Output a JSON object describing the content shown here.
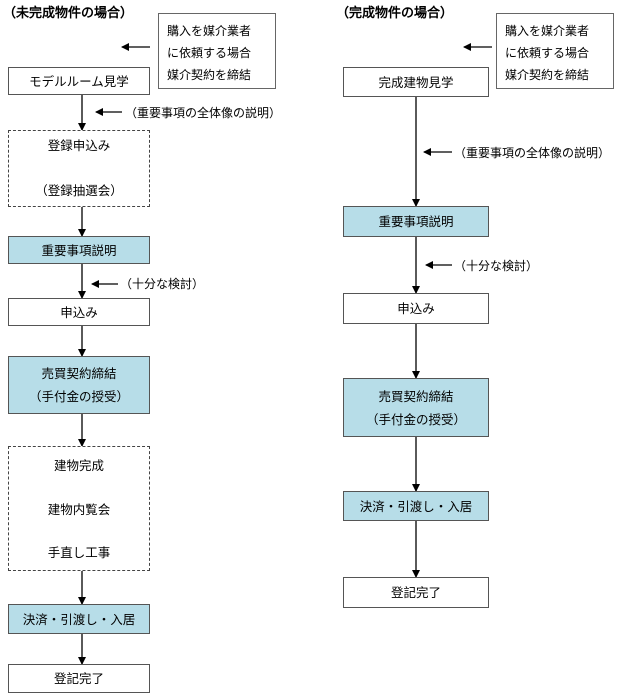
{
  "left": {
    "header": "（未完成物件の場合）",
    "note": [
      "購入を媒介業者",
      "に依頼する場合",
      "媒介契約を締結"
    ],
    "model_room": "モデルルーム見学",
    "ann_explain": "（重要事項の全体像の説明）",
    "registration": [
      "登録申込み",
      "（登録抽選会）"
    ],
    "jyuyo": "重要事項説明",
    "ann_consider": "（十分な検討）",
    "apply": "申込み",
    "contract": [
      "売買契約締結",
      "（手付金の授受）"
    ],
    "building": [
      "建物完成",
      "建物内覧会",
      "手直し工事"
    ],
    "settle": "決済・引渡し・入居",
    "registry": "登記完了"
  },
  "right": {
    "header": "（完成物件の場合）",
    "note": [
      "購入を媒介業者",
      "に依頼する場合",
      "媒介契約を締結"
    ],
    "visit": "完成建物見学",
    "ann_explain": "（重要事項の全体像の説明）",
    "jyuyo": "重要事項説明",
    "ann_consider": "（十分な検討）",
    "apply": "申込み",
    "contract": [
      "売買契約締結",
      "（手付金の授受）"
    ],
    "settle": "決済・引渡し・入居",
    "registry": "登記完了"
  },
  "colors": {
    "blue_box": "#b7dde8",
    "border": "#555555"
  }
}
